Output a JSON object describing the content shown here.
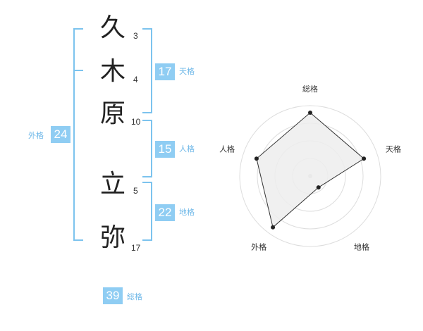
{
  "name_chars": [
    {
      "char": "久",
      "strokes": "3"
    },
    {
      "char": "木",
      "strokes": "4"
    },
    {
      "char": "原",
      "strokes": "10"
    },
    {
      "char": "立",
      "strokes": "5"
    },
    {
      "char": "弥",
      "strokes": "17"
    }
  ],
  "fortune": {
    "tenkaku": {
      "value": "17",
      "label": "天格"
    },
    "jinkaku": {
      "value": "15",
      "label": "人格"
    },
    "chikaku": {
      "value": "22",
      "label": "地格"
    },
    "gaikaku": {
      "value": "24",
      "label": "外格"
    },
    "soukaku": {
      "value": "39",
      "label": "総格"
    }
  },
  "chart_data": {
    "type": "radar",
    "axes": [
      "総格",
      "天格",
      "地格",
      "外格",
      "人格"
    ],
    "values": [
      0.9,
      0.8,
      0.2,
      0.9,
      0.8
    ],
    "rings": 4,
    "colors": {
      "fill": "#ededed",
      "line": "#333333",
      "ring": "#dddddd",
      "point": "#222222"
    }
  }
}
